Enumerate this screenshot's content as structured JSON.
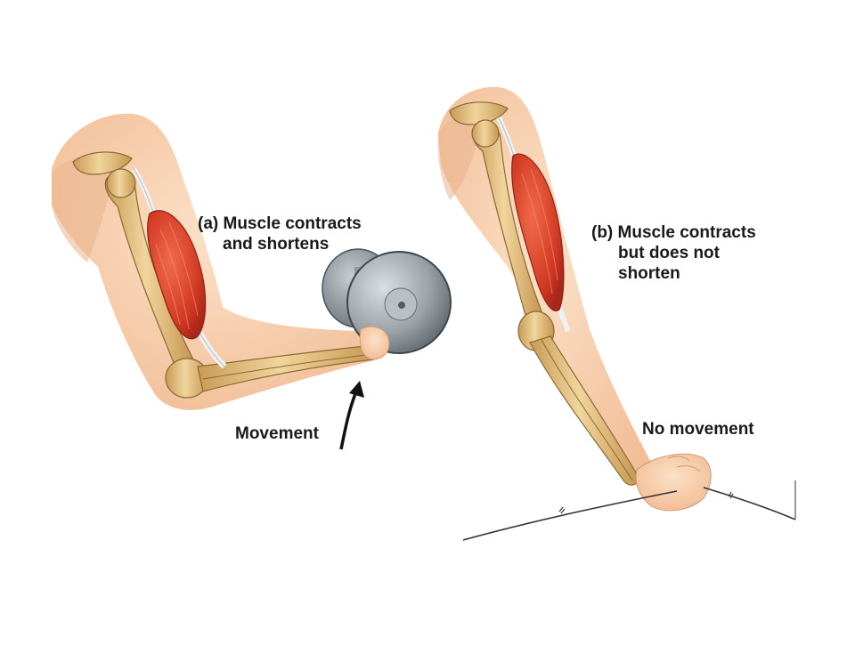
{
  "panel_a": {
    "caption_line1": "(a) Muscle contracts",
    "caption_line2": "and shortens",
    "movement_label": "Movement"
  },
  "panel_b": {
    "caption_line1": "(b) Muscle contracts",
    "caption_line2": "but does not",
    "caption_line3": "shorten",
    "movement_label": "No movement"
  },
  "colors": {
    "skin": "#f7c9a6",
    "bone": "#e8c88a",
    "muscle": "#d8452e",
    "tendon": "#eef0f2",
    "weight": "#8f979d",
    "wire": "#333333"
  }
}
